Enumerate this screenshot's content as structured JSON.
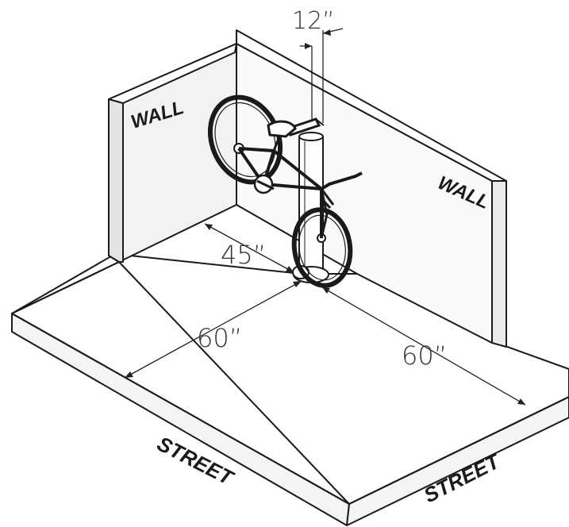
{
  "labels": {
    "wall_left": "WALL",
    "wall_right": "WALL",
    "street_left": "STREET",
    "street_right": "STREET"
  },
  "dimensions": {
    "post_width": "12”",
    "wall_clearance": "45”",
    "front_depth": "60”",
    "side_depth": "60”"
  },
  "colors": {
    "ink": "#1a1a1a",
    "wall_shade": "#eeeeee",
    "floor_shade": "#ffffff"
  }
}
